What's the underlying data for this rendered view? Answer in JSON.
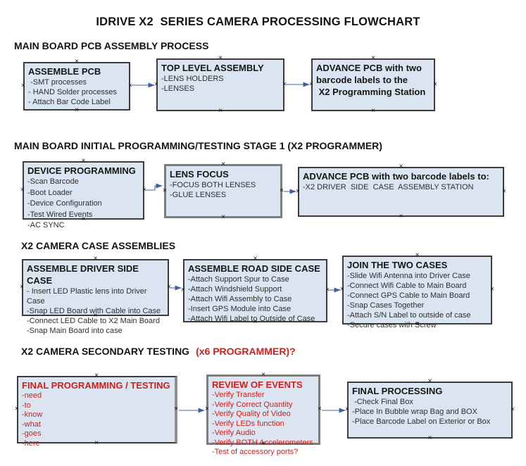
{
  "title": "IDRIVE X2  SERIES CAMERA PROCESSING FLOWCHART",
  "colors": {
    "box_fill": "#dbe5f1",
    "box_border": "#3c3c3c",
    "thick_border": "#7d7d7d",
    "arrow_line": "#8198c0",
    "arrow_head": "#3e5fa3",
    "red_text": "#d01f1a"
  },
  "sections": [
    {
      "heading": "MAIN BOARD PCB ASSEMBLY PROCESS",
      "heading_suffix": "",
      "boxes": [
        {
          "title": "ASSEMBLE PCB",
          "items": [
            " -SMT processes",
            "- HAND Solder processes",
            "- Attach Bar Code Label"
          ]
        },
        {
          "title": "TOP LEVEL ASSEMBLY",
          "items": [
            "-LENS HOLDERS",
            "-LENSES"
          ]
        },
        {
          "title_lines": [
            "ADVANCE PCB with two",
            "barcode labels to the",
            " X2 Programming Station"
          ],
          "items": []
        }
      ]
    },
    {
      "heading": "MAIN BOARD INITIAL PROGRAMMING/TESTING STAGE 1 (X2 PROGRAMMER)",
      "heading_suffix": "",
      "boxes": [
        {
          "title": "DEVICE PROGRAMMING",
          "items": [
            "-Scan Barcode",
            "-Boot Loader",
            "-Device Configuration",
            "-Test Wired Events",
            "-AC SYNC"
          ]
        },
        {
          "title": "LENS FOCUS",
          "items": [
            "-FOCUS BOTH LENSES",
            "-GLUE LENSES"
          ]
        },
        {
          "title": "ADVANCE PCB with two barcode labels to:",
          "items": [
            "-X2 DRIVER  SIDE  CASE  ASSEMBLY STATION"
          ]
        }
      ]
    },
    {
      "heading": "X2 CAMERA CASE ASSEMBLIES",
      "heading_suffix": "",
      "boxes": [
        {
          "title": "ASSEMBLE DRIVER SIDE CASE",
          "items": [
            "- Insert LED Plastic lens into Driver Case",
            "-Snap LED Board with Cable into Case",
            "-Connect LED Cable to X2 Main Board",
            "-Snap Main Board into case"
          ]
        },
        {
          "title": "ASSEMBLE ROAD SIDE CASE",
          "items": [
            "-Attach Support Spur to Case",
            "-Attach Windshield Support",
            "-Attach Wifi Assembly to Case",
            "-Insert GPS Module into Case",
            "-Attach Wifi Label to Outside of Case"
          ]
        },
        {
          "title": "JOIN THE TWO CASES",
          "items": [
            "-Slide Wifi Antenna into Driver Case",
            "-Connect Wifi Cable to Main Board",
            "-Connect GPS Cable to Main Board",
            "-Snap Cases Together",
            "-Attach S/N Label to outside of case",
            "-Secure cases with Screw"
          ]
        }
      ]
    },
    {
      "heading": "X2 CAMERA SECONDARY TESTING",
      "heading_suffix": "(x6 PROGRAMMER)?",
      "boxes": [
        {
          "title": "FINAL PROGRAMMING / TESTING",
          "red": true,
          "items": [
            "-need",
            "-to",
            "-know",
            "-what",
            "-goes",
            "-here"
          ]
        },
        {
          "title": "REVIEW OF EVENTS",
          "red": true,
          "items": [
            "-Verify Transfer",
            "-Verify Correct Quantity",
            "-Verify Quality of Video",
            "-Verify LEDs function",
            "-Verify Audio",
            "-Verify BOTH Accelerometers",
            "-Test of accessory ports?"
          ]
        },
        {
          "title": "FINAL PROCESSING",
          "items": [
            " -Check Final Box",
            "-Place In Bubble wrap Bag and BOX",
            "-Place Barcode Label on Exterior or Box"
          ]
        }
      ]
    }
  ]
}
